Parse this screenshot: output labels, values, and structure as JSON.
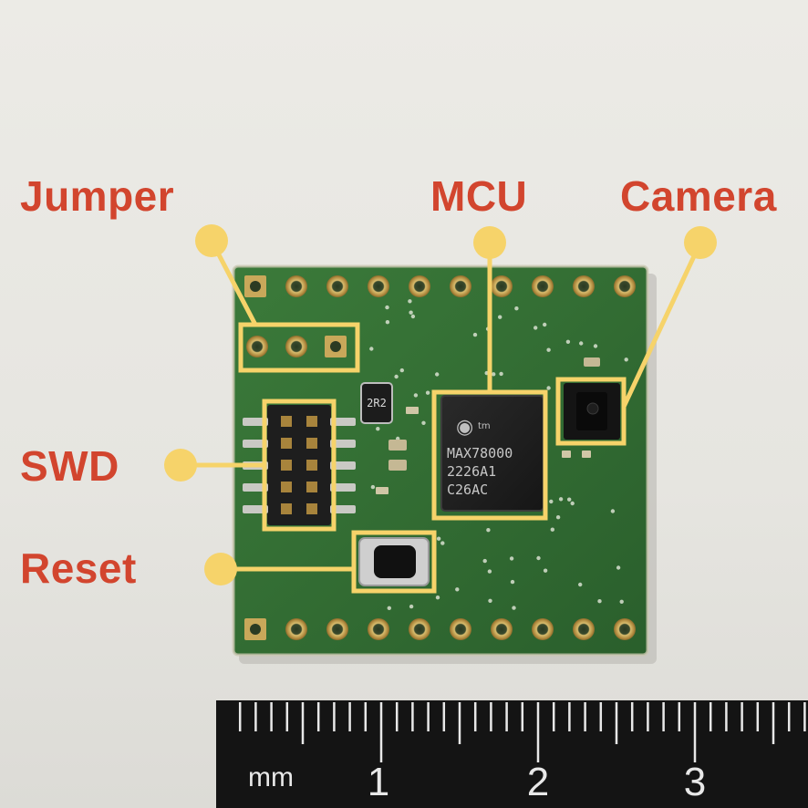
{
  "labels": {
    "jumper": "Jumper",
    "mcu": "MCU",
    "camera": "Camera",
    "swd": "SWD",
    "reset": "Reset"
  },
  "chip": {
    "line1": "MAX78000",
    "line2": "2226A1",
    "line3": "C26AC",
    "suffix": "tm"
  },
  "inductor_marking": "2R2",
  "ruler": {
    "unit": "mm",
    "numbers": [
      "1",
      "2",
      "3"
    ]
  },
  "colors": {
    "label_text": "#d2452e",
    "highlight": "#f6d36a",
    "pcb_green": "#2f6a32",
    "pad_gold": "#c9a85a",
    "ruler_black": "#151515",
    "background": "#e8e7e2"
  }
}
